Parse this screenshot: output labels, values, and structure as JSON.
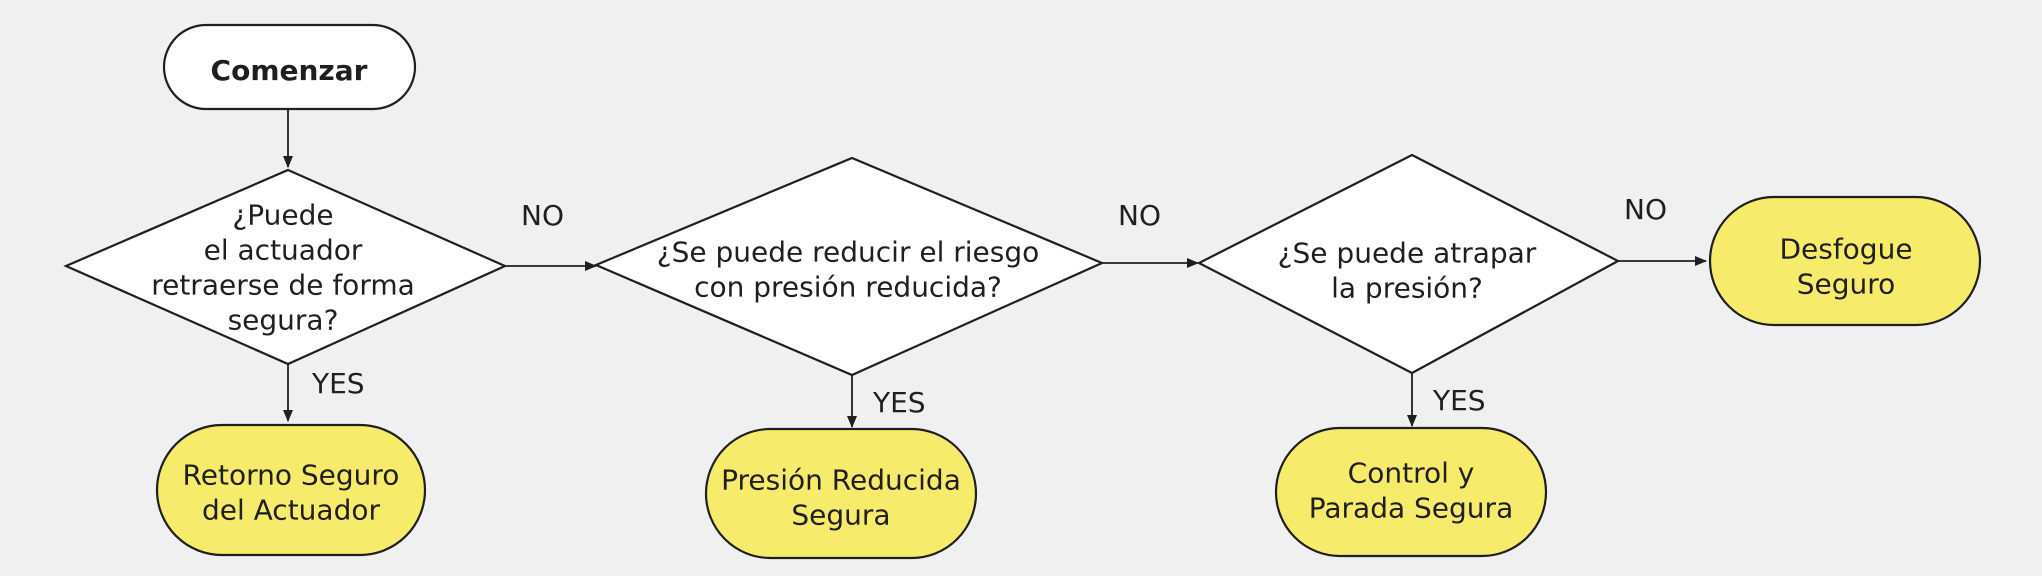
{
  "colors": {
    "background": "#f0f0f0",
    "start_fill": "#ffffff",
    "decision_fill": "#ffffff",
    "terminal_fill": "#f7eb6b",
    "stroke": "#1f1f1f"
  },
  "nodes": {
    "start": {
      "lines": [
        "Comenzar"
      ]
    },
    "decision_1": {
      "lines": [
        "¿Puede",
        "el actuador",
        "retraerse de forma",
        "segura?"
      ]
    },
    "decision_2": {
      "lines": [
        "¿Se puede reducir el riesgo",
        "con presión reducida?"
      ]
    },
    "decision_3": {
      "lines": [
        "¿Se puede atrapar",
        "la presión?"
      ]
    },
    "terminal_1": {
      "lines": [
        "Retorno Seguro",
        "del Actuador"
      ]
    },
    "terminal_2": {
      "lines": [
        "Presión Reducida",
        "Segura"
      ]
    },
    "terminal_3": {
      "lines": [
        "Control y",
        "Parada Segura"
      ]
    },
    "terminal_4": {
      "lines": [
        "Desfogue",
        "Seguro"
      ]
    }
  },
  "edges": {
    "d1_no": "NO",
    "d1_yes": "YES",
    "d2_no": "NO",
    "d2_yes": "YES",
    "d3_no": "NO",
    "d3_yes": "YES"
  }
}
